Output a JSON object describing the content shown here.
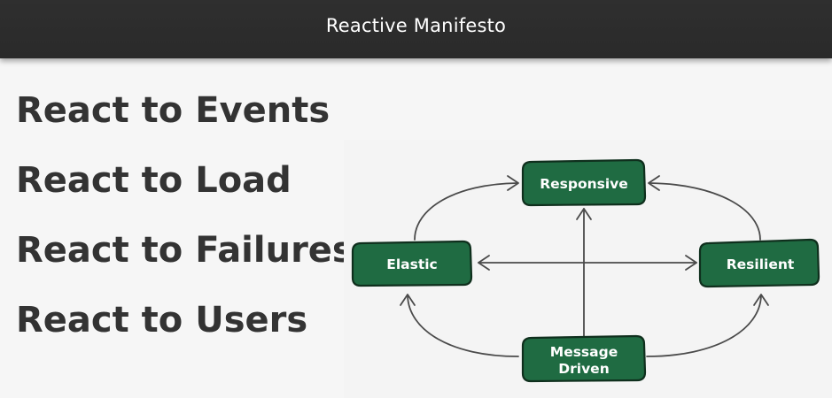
{
  "slide": {
    "title": "Reactive Manifesto"
  },
  "bullets": [
    "React to Events",
    "React to Load",
    "React to Failures",
    "React to Users"
  ],
  "diagram": {
    "nodes": {
      "responsive": {
        "lines": [
          "Responsive"
        ]
      },
      "elastic": {
        "lines": [
          "Elastic"
        ]
      },
      "resilient": {
        "lines": [
          "Resilient"
        ]
      },
      "message_driven": {
        "lines": [
          "Message",
          "Driven"
        ]
      }
    },
    "colors": {
      "node_fill": "#1f6b42",
      "node_border": "#0f2f1d",
      "arrow": "#4a4a4a",
      "title_bar": "#2d2d2d",
      "bullet_text": "#333333"
    }
  }
}
